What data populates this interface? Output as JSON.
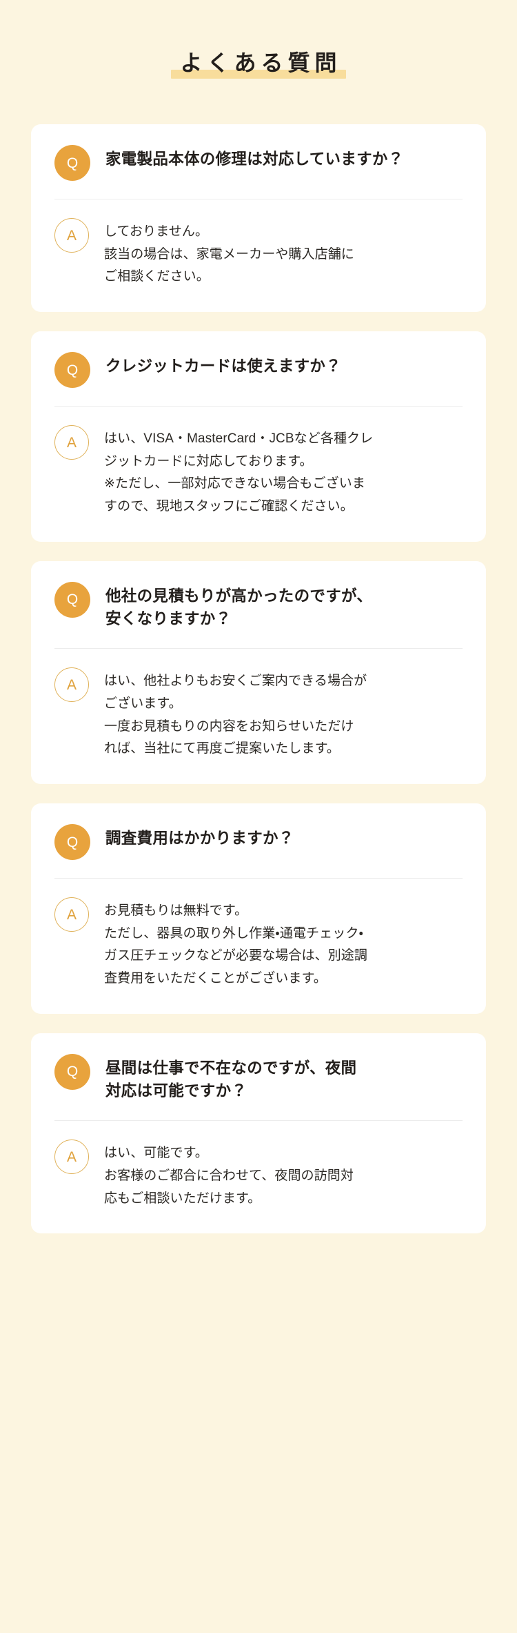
{
  "section": {
    "title": "よくある質問",
    "highlight_color": "#f8dd9c",
    "background_color": "#fcf5e0",
    "card_background": "#ffffff",
    "q_badge_color": "#e8a33d",
    "a_badge_border_color": "#e0b25a",
    "a_badge_text_color": "#e0a23c",
    "heading_text_color": "#231f1c"
  },
  "badges": {
    "question_label": "Q",
    "answer_label": "A"
  },
  "faqs": [
    {
      "question": "家電製品本体の修理は対応していますか？",
      "answer": "しておりません。\n該当の場合は、家電メーカーや購入店舗に\nご相談ください。"
    },
    {
      "question": "クレジットカードは使えますか？",
      "answer": "はい、VISA・MasterCard・JCBなど各種クレ\nジットカードに対応しております。\n※ただし、一部対応できない場合もございま\nすので、現地スタッフにご確認ください。"
    },
    {
      "question": "他社の見積もりが高かったのですが、\n安くなりますか？",
      "answer": "はい、他社よりもお安くご案内できる場合が\nございます。\n一度お見積もりの内容をお知らせいただけ\nれば、当社にて再度ご提案いたします。"
    },
    {
      "question": "調査費用はかかりますか？",
      "answer": "お見積もりは無料です。\nただし、器具の取り外し作業・通電チェック・\nガス圧チェックなどが必要な場合は、別途調\n査費用をいただくことがございます。"
    },
    {
      "question": "昼間は仕事で不在なのですが、夜間\n対応は可能ですか？",
      "answer": "はい、可能です。\nお客様のご都合に合わせて、夜間の訪問対\n応もご相談いただけます。"
    }
  ]
}
